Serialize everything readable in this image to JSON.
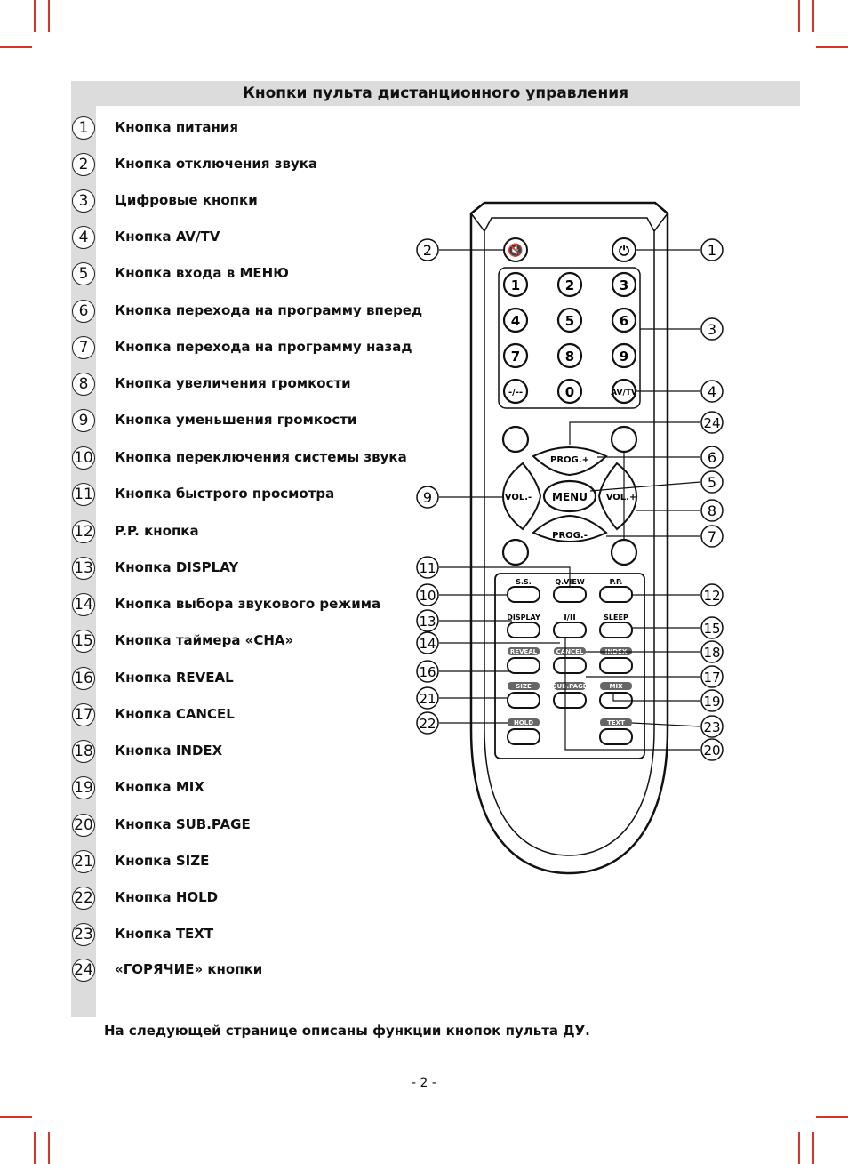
{
  "title": "Кнопки пульта дистанционного управления",
  "items": [
    {
      "n": "1",
      "label": "Кнопка питания"
    },
    {
      "n": "2",
      "label": "Кнопка отключения звука"
    },
    {
      "n": "3",
      "label": "Цифровые кнопки"
    },
    {
      "n": "4",
      "label": "Кнопка AV/TV"
    },
    {
      "n": "5",
      "label": "Кнопка входа в МЕНЮ"
    },
    {
      "n": "6",
      "label": "Кнопка перехода на программу вперед"
    },
    {
      "n": "7",
      "label": "Кнопка перехода на программу назад"
    },
    {
      "n": "8",
      "label": "Кнопка увеличения громкости"
    },
    {
      "n": "9",
      "label": "Кнопка уменьшения громкости"
    },
    {
      "n": "10",
      "label": "Кнопка переключения системы звука"
    },
    {
      "n": "11",
      "label": "Кнопка быстрого просмотра"
    },
    {
      "n": "12",
      "label": "P.P. кнопка"
    },
    {
      "n": "13",
      "label": "Кнопка DISPLAY"
    },
    {
      "n": "14",
      "label": "Кнопка выбора звукового режима"
    },
    {
      "n": "15",
      "label": "Кнопка таймера «СНА»"
    },
    {
      "n": "16",
      "label": "Кнопка REVEAL"
    },
    {
      "n": "17",
      "label": "Кнопка CANCEL"
    },
    {
      "n": "18",
      "label": "Кнопка INDEX"
    },
    {
      "n": "19",
      "label": "Кнопка MIX"
    },
    {
      "n": "20",
      "label": "Кнопка SUB.PAGE"
    },
    {
      "n": "21",
      "label": "Кнопка SIZE"
    },
    {
      "n": "22",
      "label": "Кнопка HOLD"
    },
    {
      "n": "23",
      "label": "Кнопка TEXT"
    },
    {
      "n": "24",
      "label": "«ГОРЯЧИЕ» кнопки"
    }
  ],
  "remote": {
    "digits": [
      "1",
      "2",
      "3",
      "4",
      "5",
      "6",
      "7",
      "8",
      "9",
      "-/--",
      "0",
      "AV/TV"
    ],
    "prog_plus": "PROG.+",
    "prog_minus": "PROG.-",
    "vol_minus": "VOL.-",
    "vol_plus": "VOL.+",
    "menu": "MENU",
    "ss": "S.S.",
    "qview": "Q.VIEW",
    "pp": "P.P.",
    "display": "DISPLAY",
    "i_ii": "I/II",
    "sleep": "SLEEP",
    "reveal": "REVEAL",
    "cancel": "CANCEL",
    "index": "INDEX",
    "size": "SIZE",
    "subpage": "SUB.PAGE",
    "mix": "MIX",
    "hold": "HOLD",
    "text": "TEXT"
  },
  "callouts": {
    "c1": "1",
    "c2": "2",
    "c3": "3",
    "c4": "4",
    "c5": "5",
    "c6": "6",
    "c7": "7",
    "c8": "8",
    "c9": "9",
    "c10": "10",
    "c11": "11",
    "c12": "12",
    "c13": "13",
    "c14": "14",
    "c15": "15",
    "c16": "16",
    "c17": "17",
    "c18": "18",
    "c19": "19",
    "c20": "20",
    "c21": "21",
    "c22": "22",
    "c23": "23",
    "c24": "24"
  },
  "footer_note": "На следующей странице описаны функции  кнопок пульта ДУ.",
  "page_number": "- 2 -",
  "colors": {
    "crop_marks": "#d9342b",
    "title_bar": "#dcdcdc"
  }
}
